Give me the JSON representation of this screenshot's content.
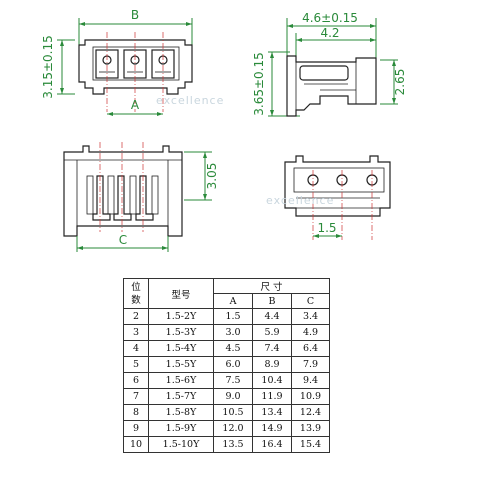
{
  "dimensions": {
    "top_left_width": "B",
    "top_left_inner": "A",
    "top_left_height": "3.15±0.15",
    "top_right_total_width": "4.6±0.15",
    "top_right_width": "4.2",
    "top_right_height_left": "3.65±0.15",
    "top_right_height_right": "2.65",
    "bottom_left_width": "C",
    "bottom_left_height": "3.05",
    "bottom_right_pitch": "1.5"
  },
  "watermark": "excellence",
  "table": {
    "header_positions": "位数",
    "header_model": "型号",
    "header_size": "尺 寸",
    "col_a": "A",
    "col_b": "B",
    "col_c": "C",
    "rows": [
      {
        "pos": "2",
        "model": "1.5-2Y",
        "a": "1.5",
        "b": "4.4",
        "c": "3.4"
      },
      {
        "pos": "3",
        "model": "1.5-3Y",
        "a": "3.0",
        "b": "5.9",
        "c": "4.9"
      },
      {
        "pos": "4",
        "model": "1.5-4Y",
        "a": "4.5",
        "b": "7.4",
        "c": "6.4"
      },
      {
        "pos": "5",
        "model": "1.5-5Y",
        "a": "6.0",
        "b": "8.9",
        "c": "7.9"
      },
      {
        "pos": "6",
        "model": "1.5-6Y",
        "a": "7.5",
        "b": "10.4",
        "c": "9.4"
      },
      {
        "pos": "7",
        "model": "1.5-7Y",
        "a": "9.0",
        "b": "11.9",
        "c": "10.9"
      },
      {
        "pos": "8",
        "model": "1.5-8Y",
        "a": "10.5",
        "b": "13.4",
        "c": "12.4"
      },
      {
        "pos": "9",
        "model": "1.5-9Y",
        "a": "12.0",
        "b": "14.9",
        "c": "13.9"
      },
      {
        "pos": "10",
        "model": "1.5-10Y",
        "a": "13.5",
        "b": "16.4",
        "c": "15.4"
      }
    ]
  }
}
